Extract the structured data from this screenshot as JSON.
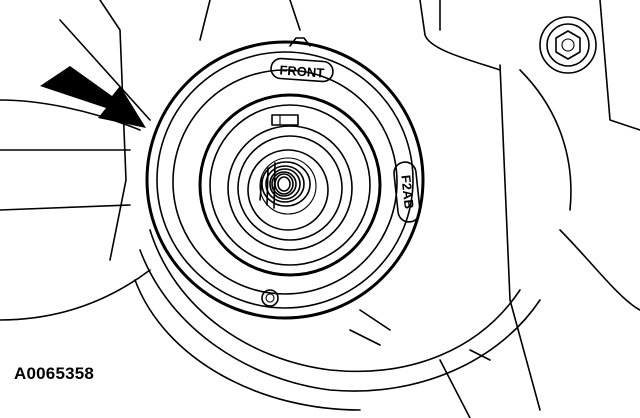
{
  "figure": {
    "id": "A0065358",
    "labels": {
      "front": "FRONT",
      "part_code": "F2AB"
    }
  },
  "colors": {
    "line": "#000000",
    "background": "#ffffff"
  }
}
